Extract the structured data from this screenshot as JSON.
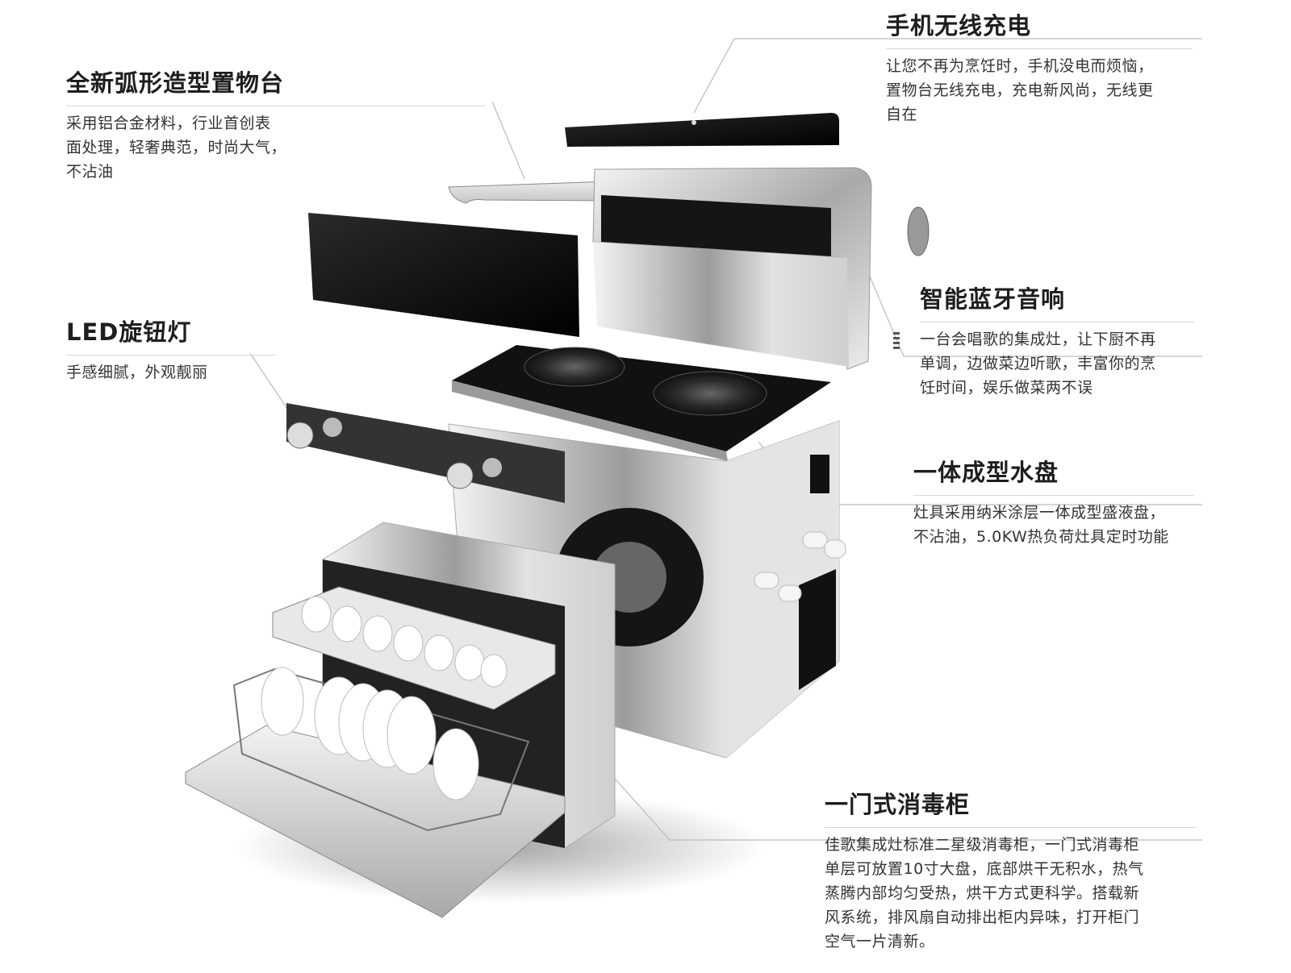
{
  "features": {
    "charge": {
      "title": "手机无线充电",
      "lines": [
        "让您不再为烹饪时，手机没电而烦恼，",
        "置物台无线充电，充电新风尚，无线更",
        "自在"
      ]
    },
    "shelf": {
      "title": "全新弧形造型置物台",
      "lines": [
        "采用铝合金材料，行业首创表",
        "面处理，轻奢典范，时尚大气，",
        "不沾油"
      ]
    },
    "led": {
      "title": "LED旋钮灯",
      "lines": [
        "手感细腻，外观靓丽"
      ]
    },
    "speaker": {
      "title": "智能蓝牙音响",
      "lines": [
        "一台会唱歌的集成灶，让下厨不再",
        "单调，边做菜边听歌，丰富你的烹",
        "饪时间，娱乐做菜两不误"
      ]
    },
    "tray": {
      "title": "一体成型水盘",
      "lines": [
        "灶具采用纳米涂层一体成型盛液盘，",
        "不沾油，5.0KW热负荷灶具定时功能"
      ]
    },
    "cabinet": {
      "title": "一门式消毒柜",
      "lines": [
        "佳歌集成灶标准二星级消毒柜，一门式消毒柜",
        "单层可放置10寸大盘，底部烘干无积水，热气",
        "蒸腾内部均匀受热，烘干方式更科学。搭载新",
        "风系统，排风扇自动排出柜内异味，打开柜门",
        "空气一片清新。"
      ]
    }
  },
  "colors": {
    "steel_light": "#e6e6e6",
    "steel_dark": "#8a8a8a",
    "glass_black": "#111111",
    "heading": "#1e1e1e",
    "leader_line": "#bbbbbb"
  }
}
